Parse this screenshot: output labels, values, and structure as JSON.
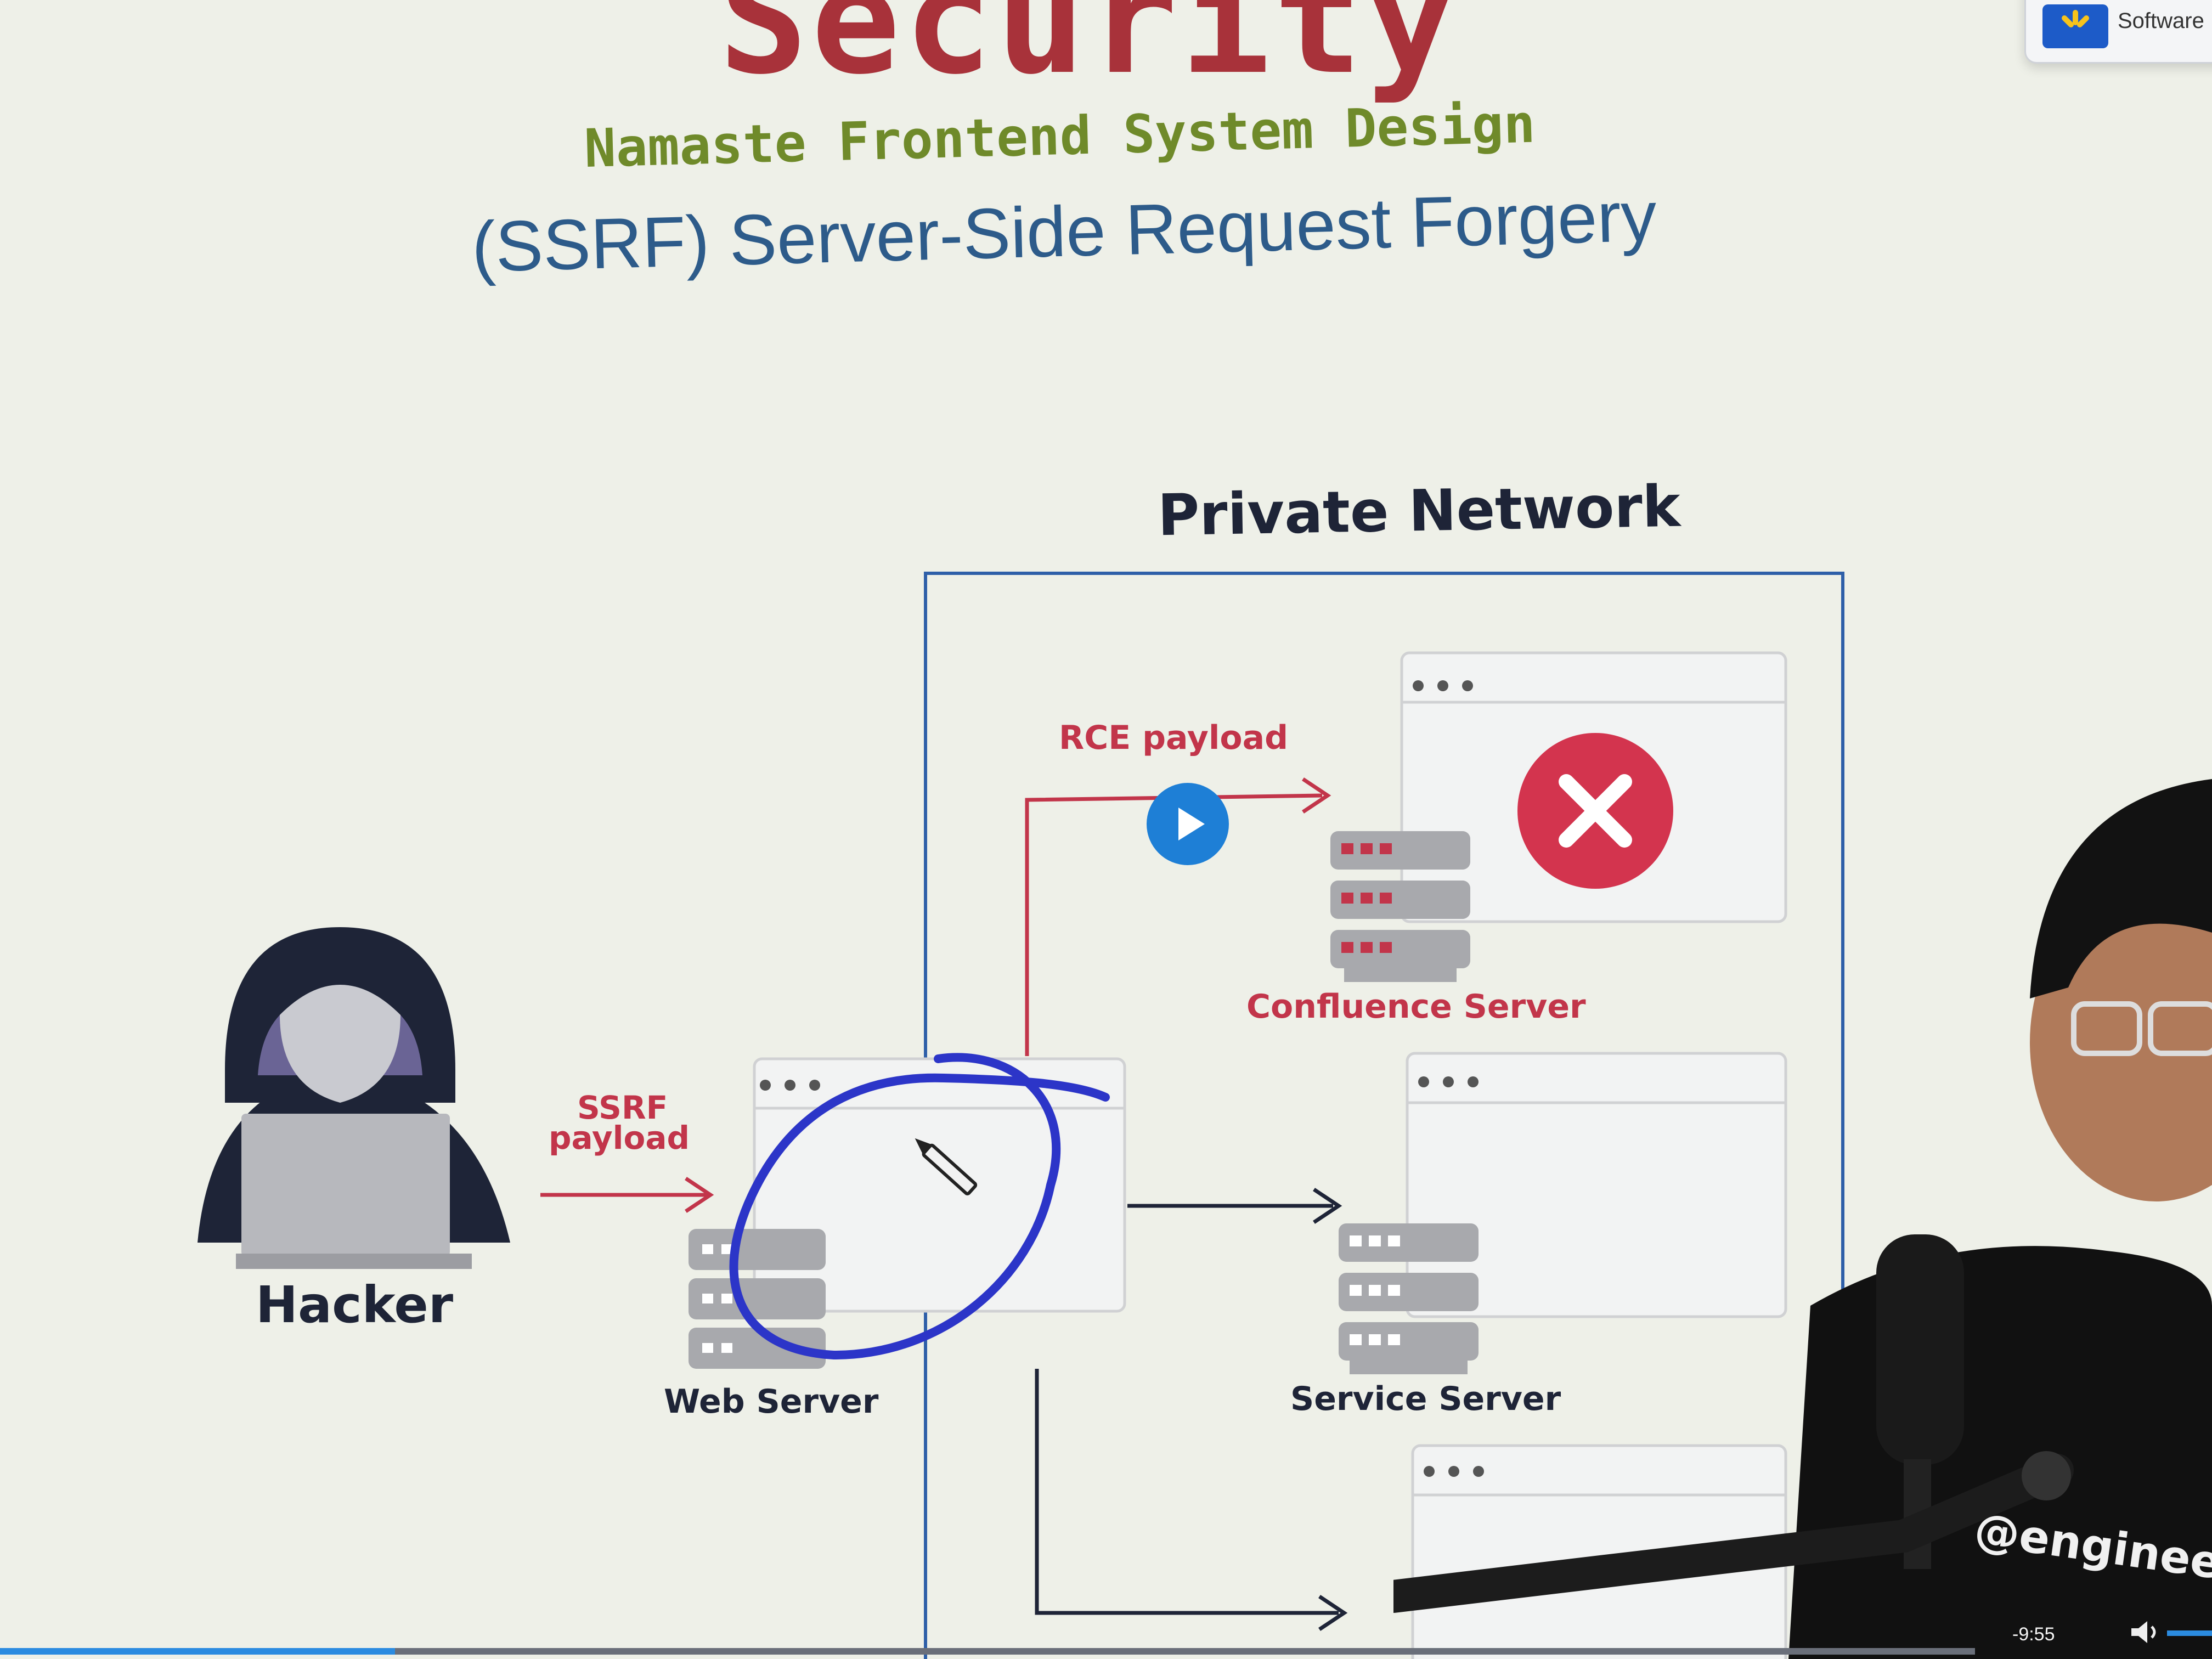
{
  "slide": {
    "title": "Security",
    "subtitle": "Namaste Frontend System Design",
    "heading": "(SSRF) Server-Side Request Forgery"
  },
  "diagram": {
    "network_label": "Private Network",
    "hacker_label": "Hacker",
    "ssrf_payload_label_line1": "SSRF",
    "ssrf_payload_label_line2": "payload",
    "web_server_label": "Web Server",
    "rce_payload_label": "RCE payload",
    "confluence_server_label": "Confluence Server",
    "service_server_label": "Service Server"
  },
  "presenter": {
    "shirt_text": "@engineer"
  },
  "corner_popup": {
    "text": "Software"
  },
  "video_player": {
    "time_remaining": "-9:55",
    "progress_fraction": 0.2
  },
  "colors": {
    "title": "#a8323a",
    "subtitle": "#6f8a2a",
    "heading": "#2d5b8a",
    "payload_arrow": "#c2354a",
    "network_border": "#2e5fa8",
    "annotation_circle": "#2c35c8",
    "play_button": "#1e7fd6"
  },
  "icons": {
    "hacker": "hooded-hacker-icon",
    "server_rack": "server-rack-icon",
    "error": "x-circle-icon",
    "play": "play-icon",
    "volume": "speaker-icon",
    "pen_cursor": "pen-cursor-icon"
  }
}
